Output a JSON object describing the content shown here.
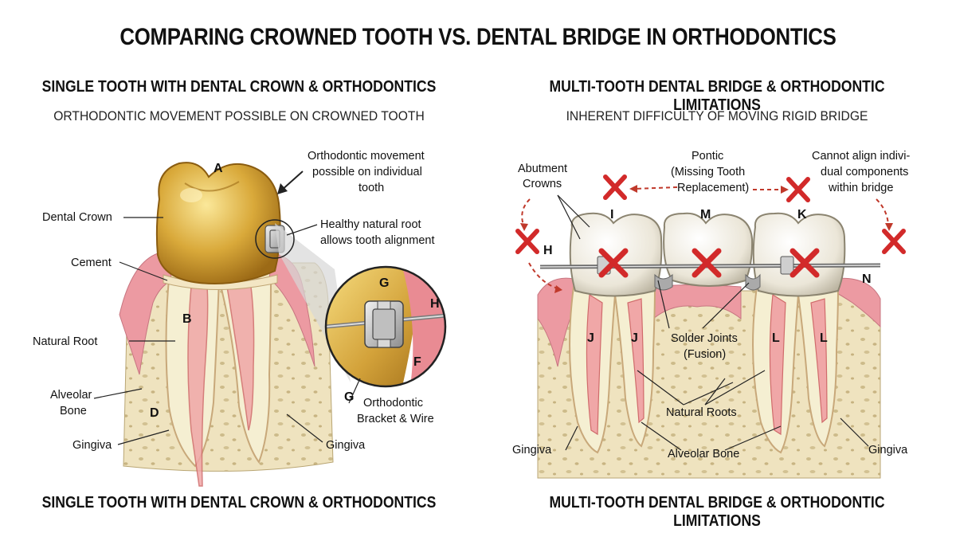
{
  "title": "COMPARING CROWNED TOOTH VS. DENTAL BRIDGE IN ORTHODONTICS",
  "left": {
    "heading": "SINGLE TOOTH WITH DENTAL CROWN & ORTHODONTICS",
    "subheading": "ORTHODONTIC MOVEMENT POSSIBLE ON CROWNED TOOTH",
    "footer": "SINGLE TOOTH WITH DENTAL CROWN & ORTHODONTICS",
    "labels": {
      "dental_crown": "Dental Crown",
      "cement": "Cement",
      "natural_root": "Natural Root",
      "alveolar_bone_1": "Alveolar",
      "alveolar_bone_2": "Bone",
      "gingiva_left": "Gingiva",
      "gingiva_right": "Gingiva",
      "movement_1": "Orthodontic movement",
      "movement_2": "possible on individual",
      "movement_3": "tooth",
      "healthy_root_1": "Healthy natural root",
      "healthy_root_2": "allows tooth alignment",
      "bracket_1": "Orthodontic",
      "bracket_2": "Bracket & Wire"
    },
    "letters": {
      "a": "A",
      "b": "B",
      "d": "D",
      "g_zoom": "G",
      "h_zoom": "H",
      "f_zoom": "F",
      "g_out": "G"
    }
  },
  "right": {
    "heading": "MULTI-TOOTH DENTAL BRIDGE & ORTHODONTIC LIMITATIONS",
    "subheading": "INHERENT DIFFICULTY OF MOVING RIGID BRIDGE",
    "footer": "MULTI-TOOTH DENTAL BRIDGE & ORTHODONTIC LIMITATIONS",
    "labels": {
      "abutment_1": "Abutment",
      "abutment_2": "Crowns",
      "pontic_1": "Pontic",
      "pontic_2": "(Missing Tooth",
      "pontic_3": "Replacement)",
      "cannot_1": "Cannot align indivi-",
      "cannot_2": "dual components",
      "cannot_3": "within bridge",
      "solder_1": "Solder Joints",
      "solder_2": "(Fusion)",
      "natural_roots": "Natural Roots",
      "alveolar_bone": "Alveolar Bone",
      "gingiva_left": "Gingiva",
      "gingiva_right": "Gingiva"
    },
    "letters": {
      "h": "H",
      "i": "I",
      "m": "M",
      "k": "K",
      "n": "N",
      "j1": "J",
      "j2": "J",
      "l1": "L",
      "l2": "L"
    }
  },
  "colors": {
    "gold": "#d9a93a",
    "gum": "#ec9aa2",
    "bone": "#efe3bf",
    "enamel": "#f1ede2",
    "cross": "#d22a2a"
  }
}
